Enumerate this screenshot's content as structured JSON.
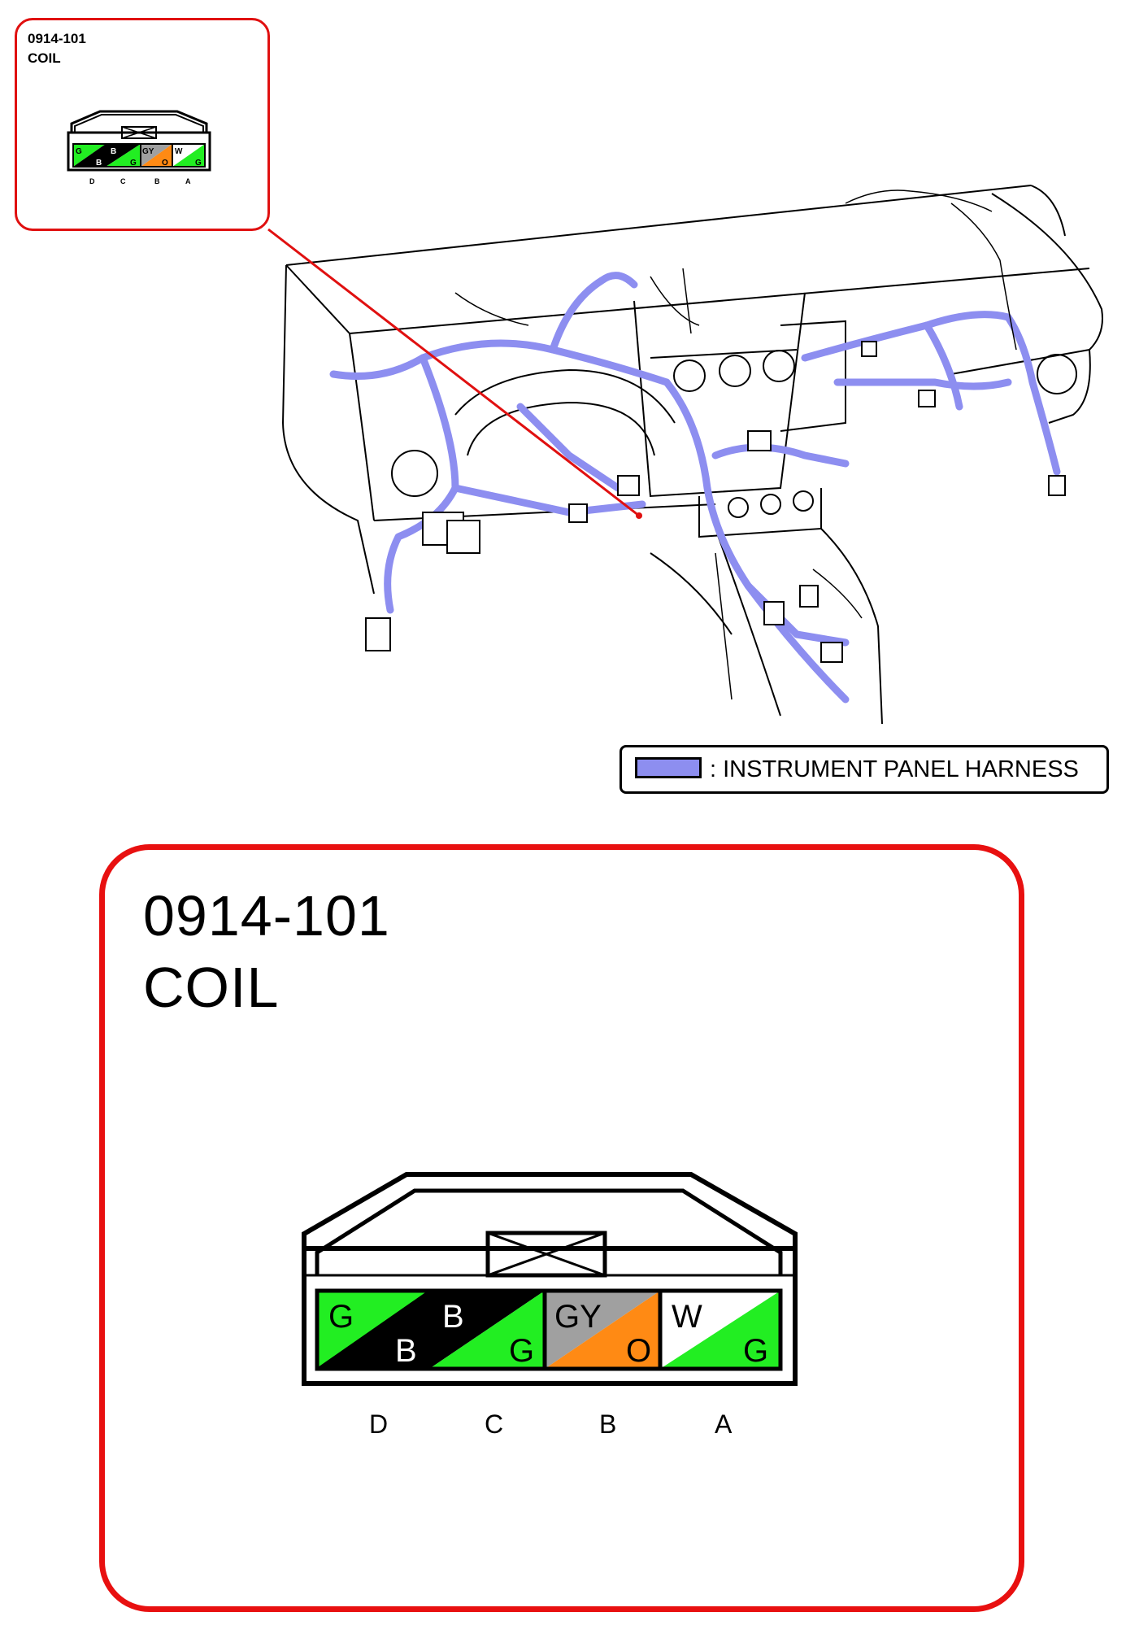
{
  "colors": {
    "callout_border": "#e81010",
    "harness": "#8d8ef0",
    "green": "#22ee22",
    "black": "#000000",
    "gray": "#a0a0a0",
    "orange": "#ff8a14",
    "white": "#ffffff"
  },
  "small_callout": {
    "code": "0914-101",
    "name": "COIL"
  },
  "legend": {
    "label": ": INSTRUMENT PANEL HARNESS"
  },
  "detail": {
    "code": "0914-101",
    "name": "COIL"
  },
  "connector": {
    "pins": [
      {
        "pin": "D",
        "top": "G",
        "bottom": "B"
      },
      {
        "pin": "C",
        "top": "B",
        "bottom": "G"
      },
      {
        "pin": "B",
        "top": "GY",
        "bottom": "O"
      },
      {
        "pin": "A",
        "top": "W",
        "bottom": "G"
      }
    ]
  }
}
